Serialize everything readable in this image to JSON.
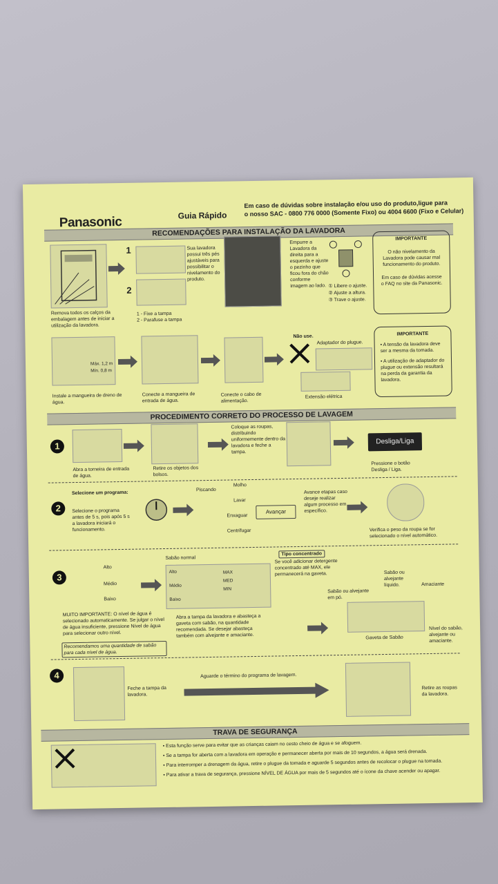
{
  "header": {
    "brand": "Panasonic",
    "title": "Guia Rápido",
    "contact_line1": "Em caso de dúvidas sobre instalação e/ou uso do produto,ligue para",
    "contact_line2": "o nosso SAC - 0800 776 0000 (Somente Fixo) ou 4004 6600 (Fixo e Celular)"
  },
  "install": {
    "banner": "RECOMENDAÇÕES PARA INSTALAÇÃO DA LAVADORA",
    "remove_caps": "Remova todos os calços da embalagem antes de iniciar a utilização da lavadora.",
    "step1": "1",
    "step2": "2",
    "fix_steps": "1 - Fixe a tampa\n2 - Parafuse a tampa",
    "feet_text": "Sua lavadora possui três pés ajustáveis para possibilitar o nivelamento do produto.",
    "push_text": "Empurre a Lavadora da direita para a esquerda e ajuste o pezinho que ficou fora do chão conforme imagem ao lado.",
    "adjust1": "① Libere o ajuste.",
    "adjust2": "② Ajuste a altura.",
    "adjust3": "③ Trave o ajuste.",
    "important1_title": "IMPORTANTE",
    "important1_text1": "O não nivelamento da Lavadora pode causar mal funcionamento do produto.",
    "important1_text2": "Em caso de dúvidas acesse o FAQ no site da Panasonic.",
    "max_label": "Máx. 1,2 m",
    "min_label": "Mín. 0,8 m",
    "drain_hose": "Instale a mangueira de dreno de água.",
    "inlet_hose": "Conecte a mangueira de entrada de água.",
    "power_cable": "Conecte o cabo de alimentação.",
    "no_use": "Não use.",
    "plug_adapter": "Adaptador do plugue.",
    "extension": "Extensão elétrica",
    "important2_title": "IMPORTANTE",
    "important2_text1": "• A tensão da lavadora deve ser a mesma da tomada.",
    "important2_text2": "• A utilização de adaptador do plugue ou extensão resultará na perda da garantia da lavadora."
  },
  "washing": {
    "banner": "PROCEDIMENTO CORRETO DO PROCESSO DE LAVAGEM",
    "s1_num": "1",
    "s1_tap": "Abra a torneira de entrada de água.",
    "s1_pockets": "Retire os objetos dos bolsos.",
    "s1_clothes": "Coloque as roupas, distribuindo uniformemente dentro da lavadora e feche a tampa.",
    "s1_power_btn": "Desliga/Liga",
    "s1_press": "Pressione o botão Desliga / Liga.",
    "s2_num": "2",
    "s2_select": "Selecione um programa:",
    "s2_desc": "Selecione o programa antes de 5 s, pois após 5 s a lavadora iniciará o funcionamento.",
    "s2_blinking": "Piscando",
    "s2_molho": "Molho",
    "s2_lavar": "Lavar",
    "s2_enxaguar": "Enxaguar",
    "s2_centrifugar": "Centrifugar",
    "s2_avancar": "Avançar",
    "s2_advance_text": "Avance etapas caso deseje realizar algum processo em específico.",
    "s2_weight": "Verifica o peso da roupa se for selecionado o nível automático.",
    "s3_num": "3",
    "s3_alto": "Alto",
    "s3_medio": "Médio",
    "s3_baixo": "Baixo",
    "s3_sabao_normal": "Sabão normal",
    "s3_tipo": "Tipo concentrado",
    "s3_concentrado_text": "Se você adicionar detergente concentrado até MAX, ele permanecerá na gaveta.",
    "s3_max": "MAX",
    "s3_med": "MED",
    "s3_min": "MIN",
    "s3_alto2": "Alto",
    "s3_medio2": "Médio",
    "s3_baixo2": "Baixo",
    "s3_important": "MUITO IMPORTANTE: O nível de água é selecionado automaticamente. Se julgar o nível de água insuficiente, pressione Nível de água para selecionar outro nível.",
    "s3_recommend": "Recomendamos uma quantidade de sabão para cada nível de água.",
    "s3_open_lid": "Abra a tampa da lavadora e abasteça a gaveta com sabão, na quantidade recomendada. Se desejar abasteça também com alvejante e amaciante.",
    "s3_powder": "Sabão ou alvejante em pó.",
    "s3_liquid": "Sabão ou alvejante líquido.",
    "s3_softener": "Amaciante",
    "s3_drawer": "Gaveta de Sabão",
    "s3_level": "Nível do sabão, alvejante ou amaciante.",
    "s4_num": "4",
    "s4_close": "Feche a tampa da lavadora.",
    "s4_wait": "Aguarde o término do programa de lavagem.",
    "s4_remove": "Retire as roupas da lavadora."
  },
  "safety": {
    "banner": "TRAVA DE SEGURANÇA",
    "line1": "• Esta função serve para evitar que as crianças caiam no cesto cheio de água e se afoguem.",
    "line2": "• Se a tampa for aberta com a lavadora em operação e permanecer aberta por mais de 10 segundos, a água será drenada.",
    "line3": "• Para interromper a drenagem da água, retire o plugue da tomada e aguarde 5 segundos antes de recolocar o plugue na tomada.",
    "line4": "• Para ativar a trava de segurança, pressione NÍVEL DE ÁGUA por mais de 5 segundos até o ícone da chave acender ou apagar."
  }
}
